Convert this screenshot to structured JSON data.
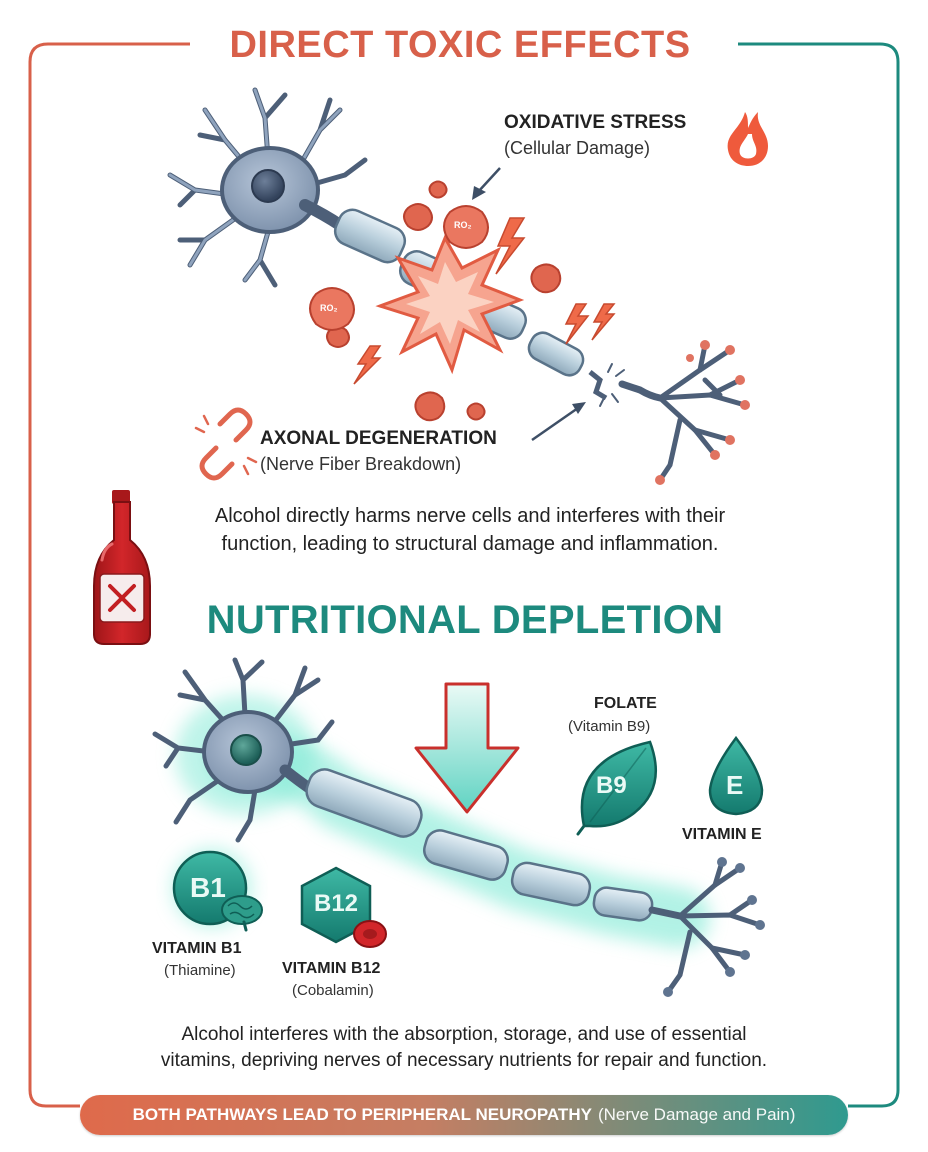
{
  "sections": {
    "top": {
      "title": "DIRECT TOXIC EFFECTS",
      "oxidative": {
        "label": "OXIDATIVE STRESS",
        "sub": "(Cellular Damage)"
      },
      "axonal": {
        "label": "AXONAL DEGENERATION",
        "sub": "(Nerve Fiber Breakdown)"
      },
      "ro2_labels": [
        "RO₂",
        "RO₂"
      ],
      "description_lines": [
        "Alcohol directly harms nerve cells and interferes with their",
        "function, leading to structural damage and inflammation."
      ]
    },
    "middle": {
      "title": "NUTRITIONAL DEPLETION",
      "vitamins": {
        "folate": {
          "badge": "B9",
          "label": "FOLATE",
          "sub": "(Vitamin B9)"
        },
        "e": {
          "badge": "E",
          "label": "VITAMIN E"
        },
        "b1": {
          "badge": "B1",
          "label": "VITAMIN B1",
          "sub": "(Thiamine)"
        },
        "b12": {
          "badge": "B12",
          "label": "VITAMIN B12",
          "sub": "(Cobalamin)"
        }
      },
      "description_lines": [
        "Alcohol interferes with the absorption, storage, and use of essential",
        "vitamins, depriving nerves of necessary nutrients for repair and function."
      ]
    }
  },
  "banner": {
    "strong": "BOTH PATHWAYS LEAD TO PERIPHERAL NEUROPATHY",
    "rest": "(Nerve Damage and Pain)"
  },
  "colors": {
    "toxic": "#d8604a",
    "nutrition": "#1d8a7e",
    "neuron": "#7f93ad",
    "neuron_dark": "#4d5f78",
    "glow": "#7fe9d4",
    "bottle": "#c21f22"
  },
  "icons": [
    "flame-icon",
    "broken-chain-icon",
    "bottle-x-icon",
    "down-arrow-icon",
    "red-blood-cell-icon",
    "brain-icon"
  ]
}
